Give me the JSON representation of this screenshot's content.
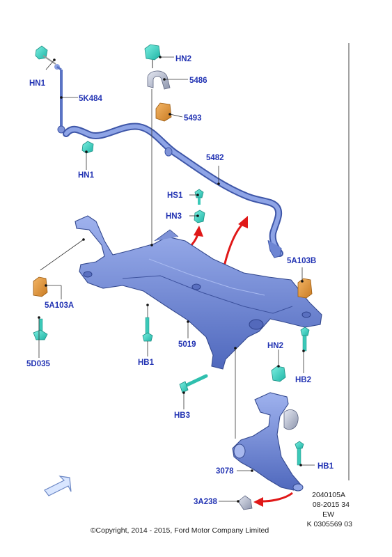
{
  "labels": {
    "hn1_top": "HN1",
    "p5k484": "5K484",
    "hn1_bottom": "HN1",
    "hn2_top": "HN2",
    "p5486": "5486",
    "p5493": "5493",
    "p5482": "5482",
    "hs1": "HS1",
    "hn3": "HN3",
    "p5a103b": "5A103B",
    "hb2": "HB2",
    "p5a103a": "5A103A",
    "p5d035": "5D035",
    "hb1_left": "HB1",
    "p5019": "5019",
    "hn2_bottom": "HN2",
    "hb3": "HB3",
    "hb1_right": "HB1",
    "p3078": "3078",
    "p3a238": "3A238"
  },
  "meta": {
    "drawing_no": "2040105A",
    "date_code": "08-2015 34",
    "region": "EW",
    "ref_no": "K 0305569 03"
  },
  "copyright": "©Copyright, 2014 - 2015, Ford Motor Company Limited",
  "colors": {
    "label_blue": "#2233b3",
    "part_blue": "#6f86d4",
    "part_blue_dark": "#4a63b8",
    "fastener_cyan": "#35d6c4",
    "bushing_orange": "#e0963a",
    "arrow_red": "#e01818"
  },
  "icons": {
    "direction": "front-direction-arrow-icon"
  }
}
